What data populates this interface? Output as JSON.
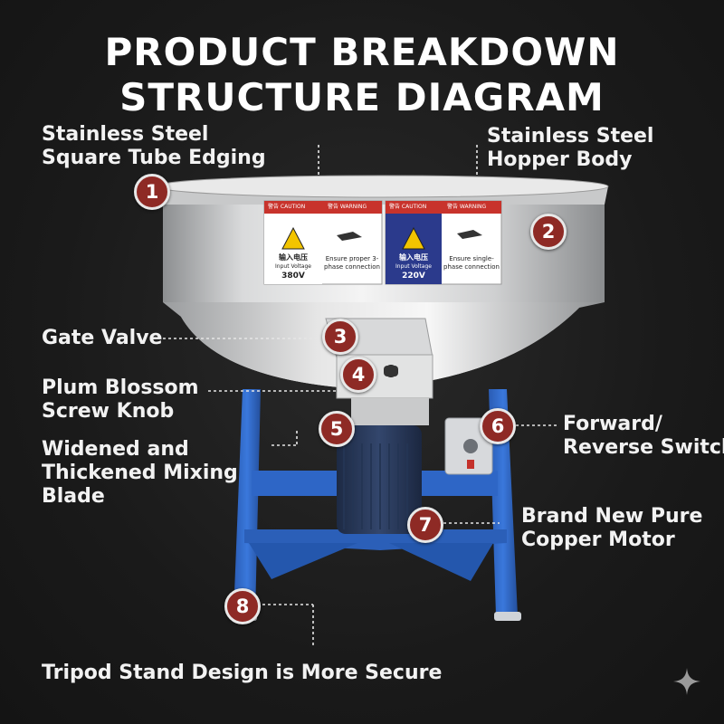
{
  "title": {
    "line1": "PRODUCT BREAKDOWN",
    "line2": "STRUCTURE DIAGRAM"
  },
  "labels": {
    "l1": {
      "line1": "Stainless Steel",
      "line2": "Square Tube Edging"
    },
    "l2": {
      "line1": "Stainless Steel",
      "line2": "Hopper Body"
    },
    "l3": {
      "line1": "Gate Valve"
    },
    "l4": {
      "line1": "Plum Blossom",
      "line2": "Screw Knob"
    },
    "l5": {
      "line1": "Widened and",
      "line2": "Thickened Mixing",
      "line3": "Blade"
    },
    "l6": {
      "line1": "Forward/",
      "line2": "Reverse Switch"
    },
    "l7": {
      "line1": "Brand New Pure",
      "line2": "Copper Motor"
    },
    "l8": {
      "line1": "Tripod Stand Design is More Secure"
    }
  },
  "badges": [
    "1",
    "2",
    "3",
    "4",
    "5",
    "6",
    "7",
    "8"
  ],
  "signs": {
    "caution_cn": "警告 CAUTION",
    "warning_cn": "警告 WARNING",
    "left_voltage_cn": "输入电压",
    "left_voltage_en": "Input Voltage",
    "left_voltage": "380V",
    "left_note": "Ensure proper 3-phase connection",
    "right_voltage_cn": "输入电压",
    "right_voltage_en": "Input Voltage",
    "right_voltage": "220V",
    "right_note": "Ensure single-phase connection"
  },
  "colors": {
    "badge": "#8e2a25",
    "stand": "#2f66c4",
    "background": "#1c1c1c"
  }
}
